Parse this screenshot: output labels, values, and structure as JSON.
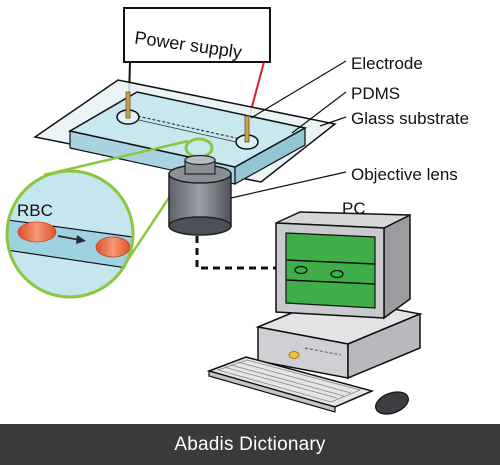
{
  "diagram": {
    "labels": {
      "power_supply": "Power supply",
      "electrode": "Electrode",
      "pdms": "PDMS",
      "glass_substrate": "Glass substrate",
      "objective_lens": "Objective lens",
      "pc": "PC",
      "rbc": "RBC"
    }
  },
  "footer": {
    "text": "Abadis Dictionary"
  },
  "colors": {
    "green_callout": "#8cc63f",
    "red_wire": "#d2232a",
    "glass": "#d6e9f0",
    "pdms": "#bfe3ec",
    "monitor_screen": "#3fae49",
    "rbc": "#e2653a",
    "footer_bg": "#3a3a3a"
  }
}
